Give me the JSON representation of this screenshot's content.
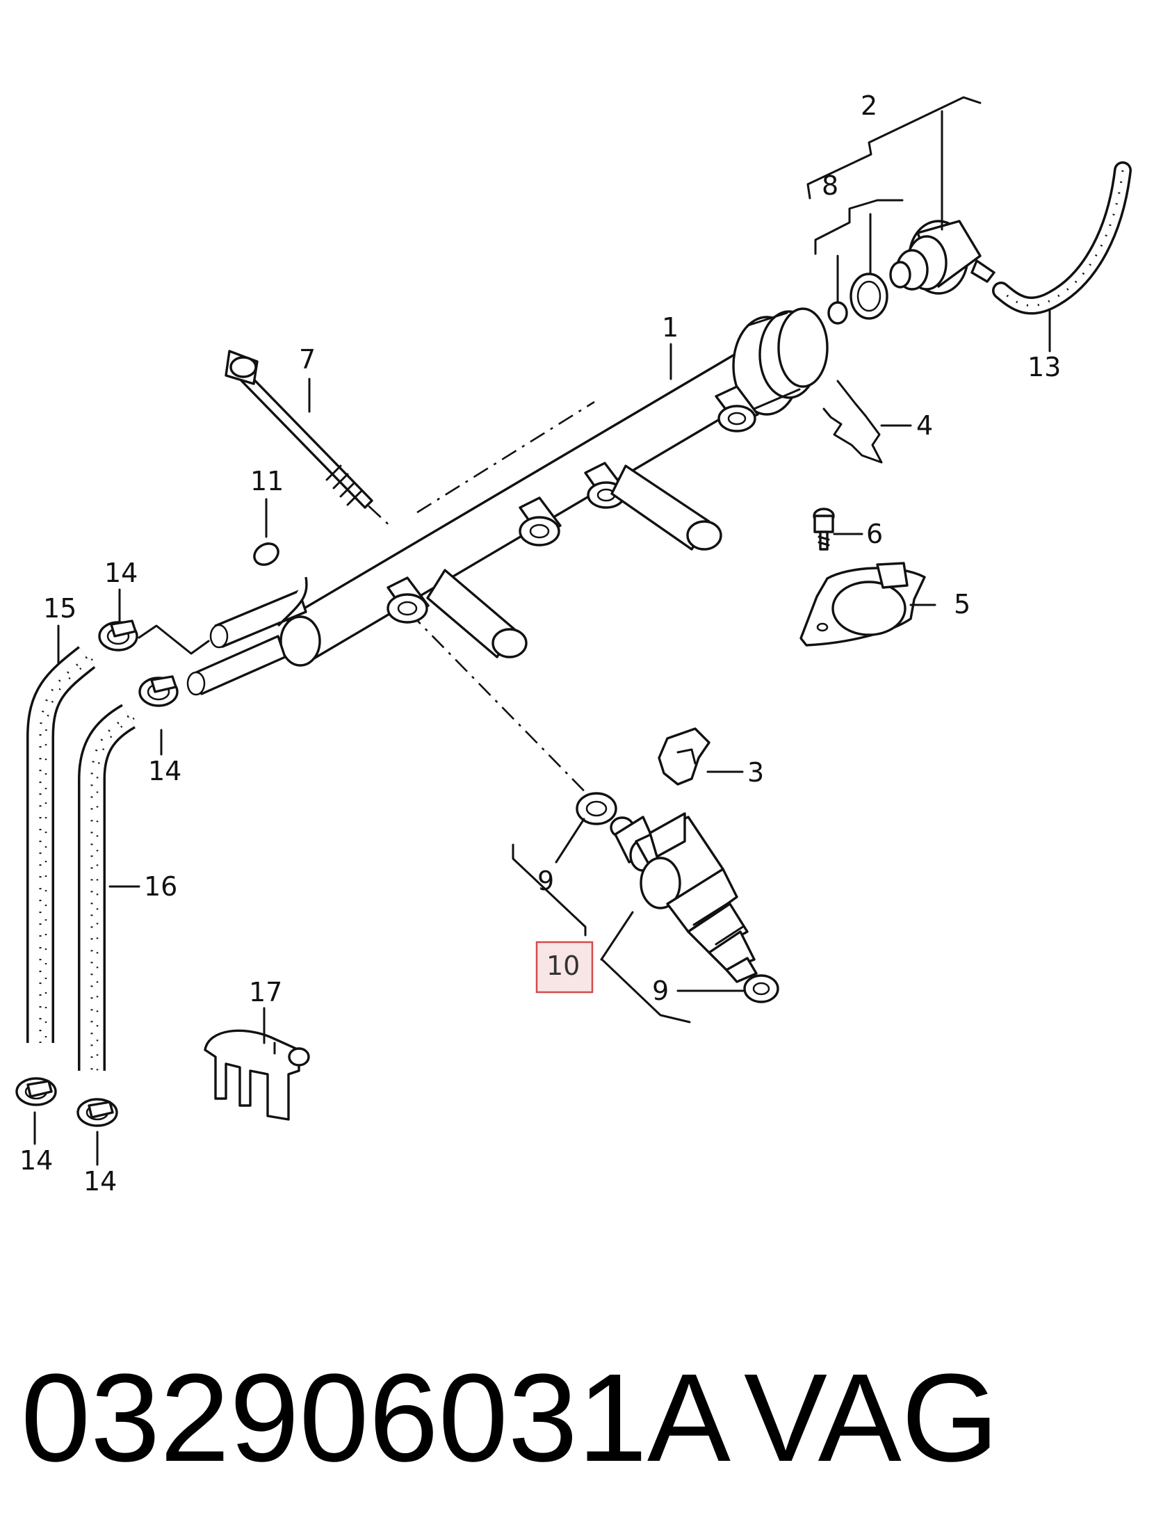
{
  "callouts": {
    "c1": "1",
    "c2": "2",
    "c3": "3",
    "c4": "4",
    "c5": "5",
    "c6": "6",
    "c7": "7",
    "c8": "8",
    "c9a": "9",
    "c9b": "9",
    "c10": "10",
    "c11": "11",
    "c13": "13",
    "c14a": "14",
    "c14b": "14",
    "c14c": "14",
    "c14d": "14",
    "c15": "15",
    "c16": "16",
    "c17": "17"
  },
  "highlighted_callout": "10",
  "highlight_color": "#d24b4b",
  "footer": {
    "part_number": "032906031A",
    "brand": "VAG"
  }
}
